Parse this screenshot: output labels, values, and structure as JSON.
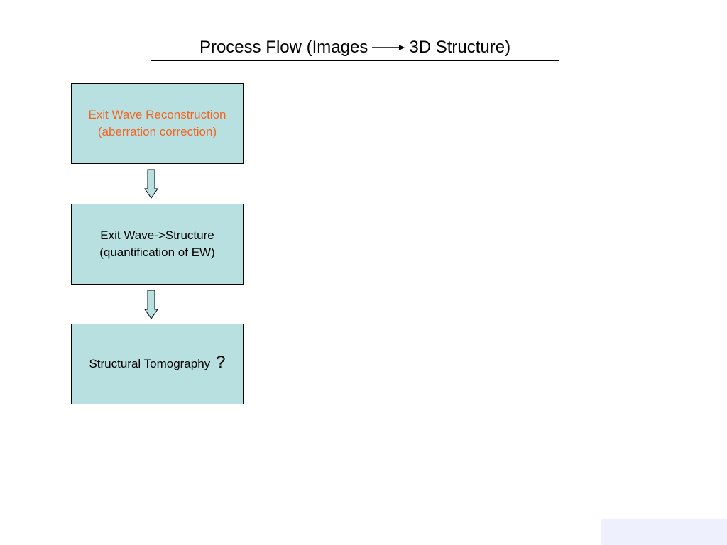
{
  "title": {
    "left": "Process Flow (Images",
    "right": "3D Structure)"
  },
  "steps": [
    {
      "line1": "Exit Wave Reconstruction",
      "line2": "(aberration correction)"
    },
    {
      "line1": "Exit Wave->Structure",
      "line2": "(quantification of EW)"
    },
    {
      "line1": "Structural Tomography",
      "mark": "?"
    }
  ],
  "colors": {
    "box_fill": "#b9e0e0",
    "highlight_text": "#f26522",
    "corner_fill": "#eef0fe"
  }
}
